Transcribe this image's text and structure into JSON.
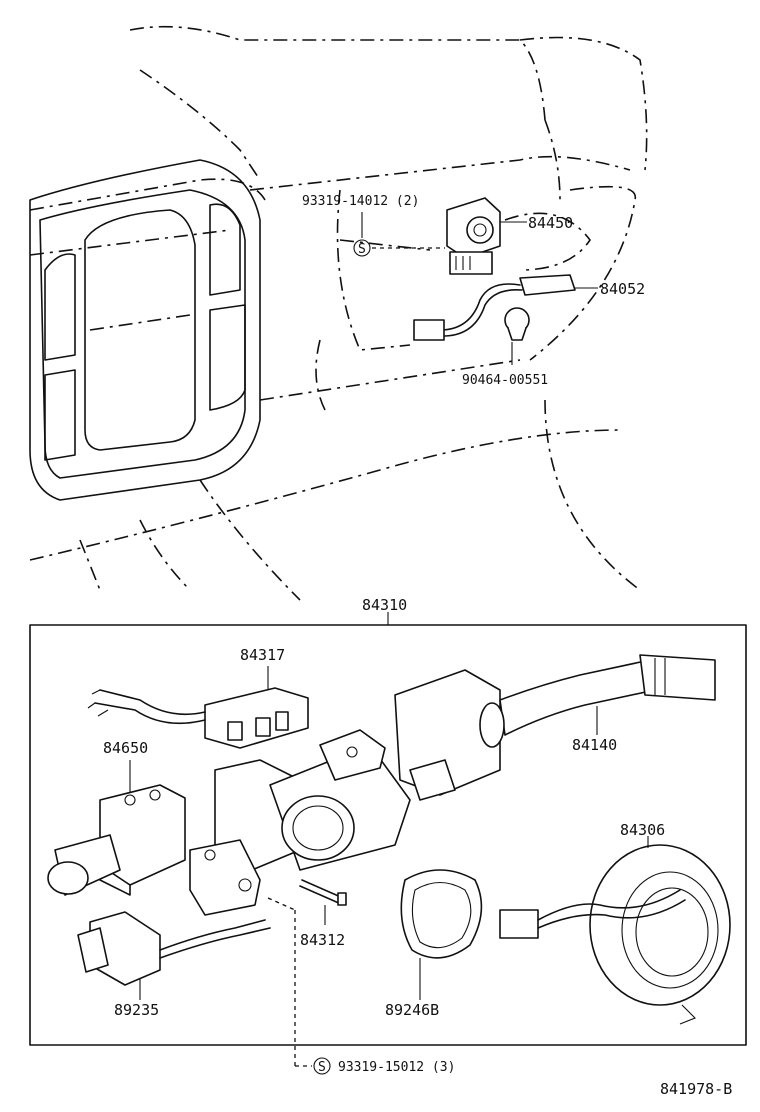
{
  "parts": {
    "p93319_14012": "93319-14012 (2)",
    "p84450": "84450",
    "p84052": "84052",
    "p90464": "90464-00551",
    "p84310": "84310",
    "p84317": "84317",
    "p84650": "84650",
    "p84140": "84140",
    "p84306": "84306",
    "p84312": "84312",
    "p89235": "89235",
    "p89246B": "89246B",
    "p93319_15012": "93319-15012 (3)"
  },
  "symbols": {
    "s_mark": "S"
  },
  "figure_code": "841978-B"
}
